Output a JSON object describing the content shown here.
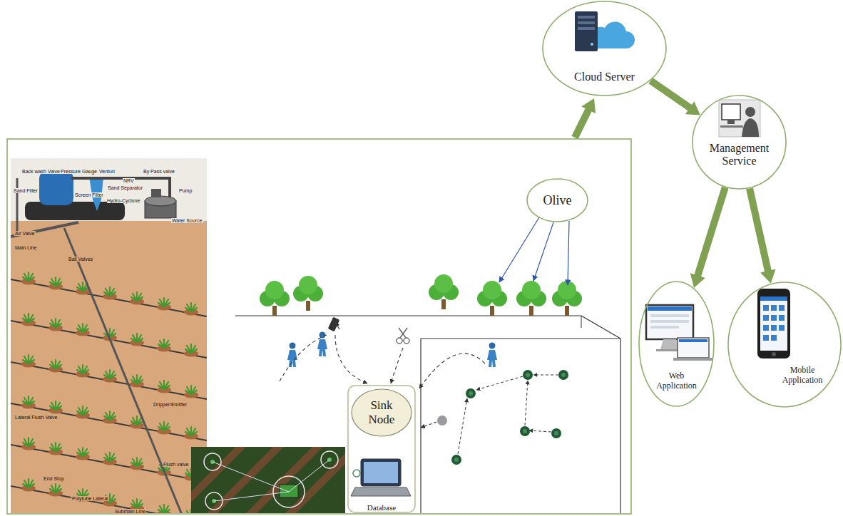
{
  "diagram": {
    "nodes": [
      {
        "text": [
          "Cloud Server"
        ]
      },
      {
        "text": [
          "Olive"
        ]
      },
      {
        "text": [
          "Management Service"
        ]
      },
      {
        "text": [
          "Sink Node",
          "Database"
        ]
      },
      {
        "text": [
          "Web Application"
        ]
      },
      {
        "text": [
          "Mobile Application"
        ]
      }
    ],
    "edges": [
      {
        "from": 0,
        "to": 2,
        "arrow": "to"
      },
      {
        "from": 2,
        "to": 4,
        "arrow": "to"
      },
      {
        "from": 2,
        "to": 5,
        "arrow": "to"
      }
    ],
    "labels": [
      "Back wash Valve",
      "Pressure Gauge",
      "Venturi",
      "NRV",
      "By Pass valve",
      "Sand Filter",
      "Screen Filter",
      "Sand Separator Hydro-Cyclone",
      "Pump",
      "Water Source",
      "Air Valve",
      "Main Line",
      "Ball Valves",
      "Lateral Flush Valve",
      "Dripper/Emitter",
      "Flush valve",
      "End Stop",
      "Polytube Lateral",
      "Submain Line"
    ]
  }
}
